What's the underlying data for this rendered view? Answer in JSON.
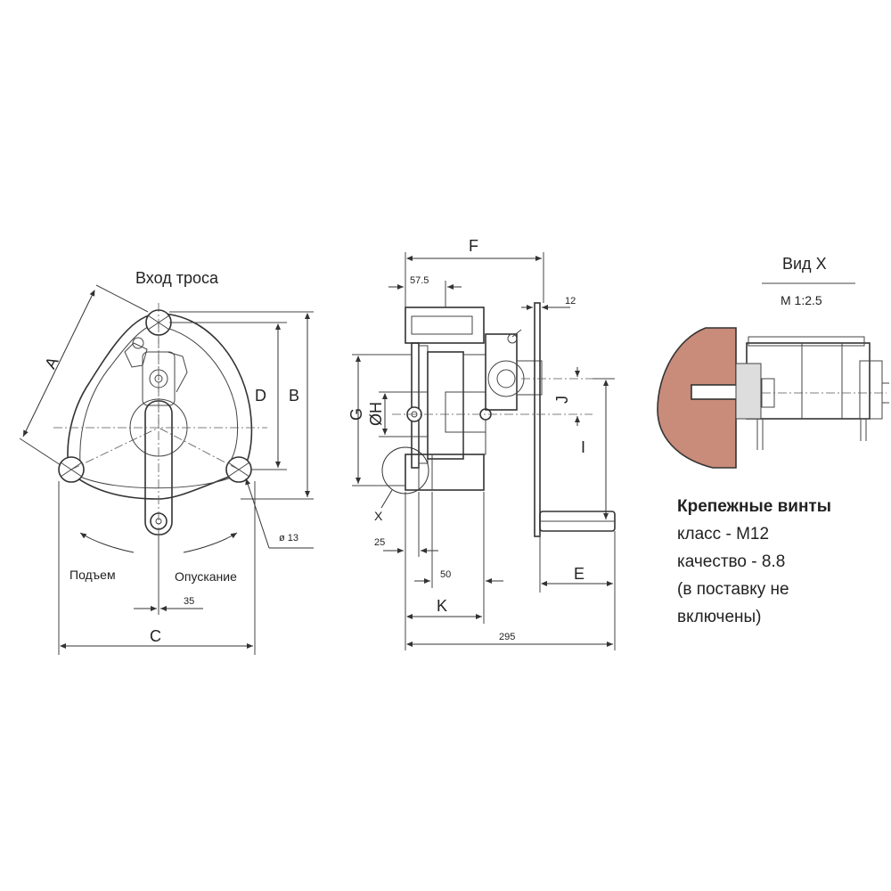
{
  "front_view": {
    "title": "Вход троса",
    "dim_A": "A",
    "dim_B": "B",
    "dim_C": "C",
    "dim_D": "D",
    "dim_35": "35",
    "hole_dia": "ø 13",
    "lift_label": "Подъем",
    "lower_label": "Опускание"
  },
  "side_view": {
    "dim_F": "F",
    "dim_57_5": "57.5",
    "dim_12": "12",
    "dim_G": "G",
    "dim_H": "ØH",
    "dim_J": "J",
    "dim_I": "I",
    "dim_X": "X",
    "dim_25": "25",
    "dim_50": "50",
    "dim_K": "K",
    "dim_E": "E",
    "dim_295": "295"
  },
  "detail_view": {
    "title": "Вид X",
    "scale": "M 1:2.5"
  },
  "notes": {
    "title": "Крепежные винты",
    "class": "класс - M12",
    "quality": "качество - 8.8",
    "supply_1": "(в поставку не",
    "supply_2": "включены)"
  }
}
